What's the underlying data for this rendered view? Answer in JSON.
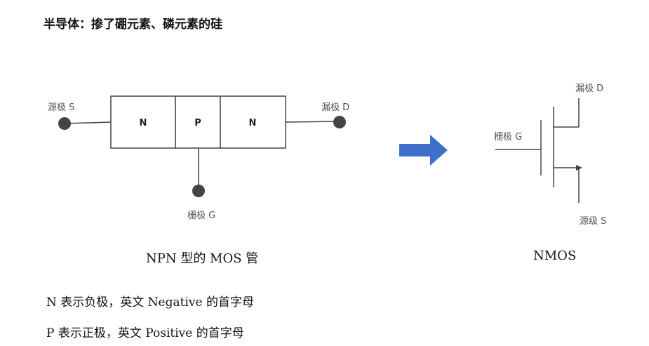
{
  "title": "半导体：掺了硼元素、磷元素的硅",
  "npn": {
    "segments": [
      "N",
      "P",
      "N"
    ],
    "source_label": "源极 S",
    "drain_label": "漏极 D",
    "gate_label": "栅极 G",
    "caption": "NPN 型的 MOS 管"
  },
  "nmos": {
    "drain_label": "漏极 D",
    "gate_label": "栅极 G",
    "source_label": "源级 S",
    "caption": "NMOS"
  },
  "notes": [
    "N 表示负极，英文 Negative 的首字母",
    "P 表示正极，英文 Positive 的首字母"
  ],
  "colors": {
    "arrow": "#3f6fca",
    "terminal": "#444444",
    "line": "#444444"
  }
}
